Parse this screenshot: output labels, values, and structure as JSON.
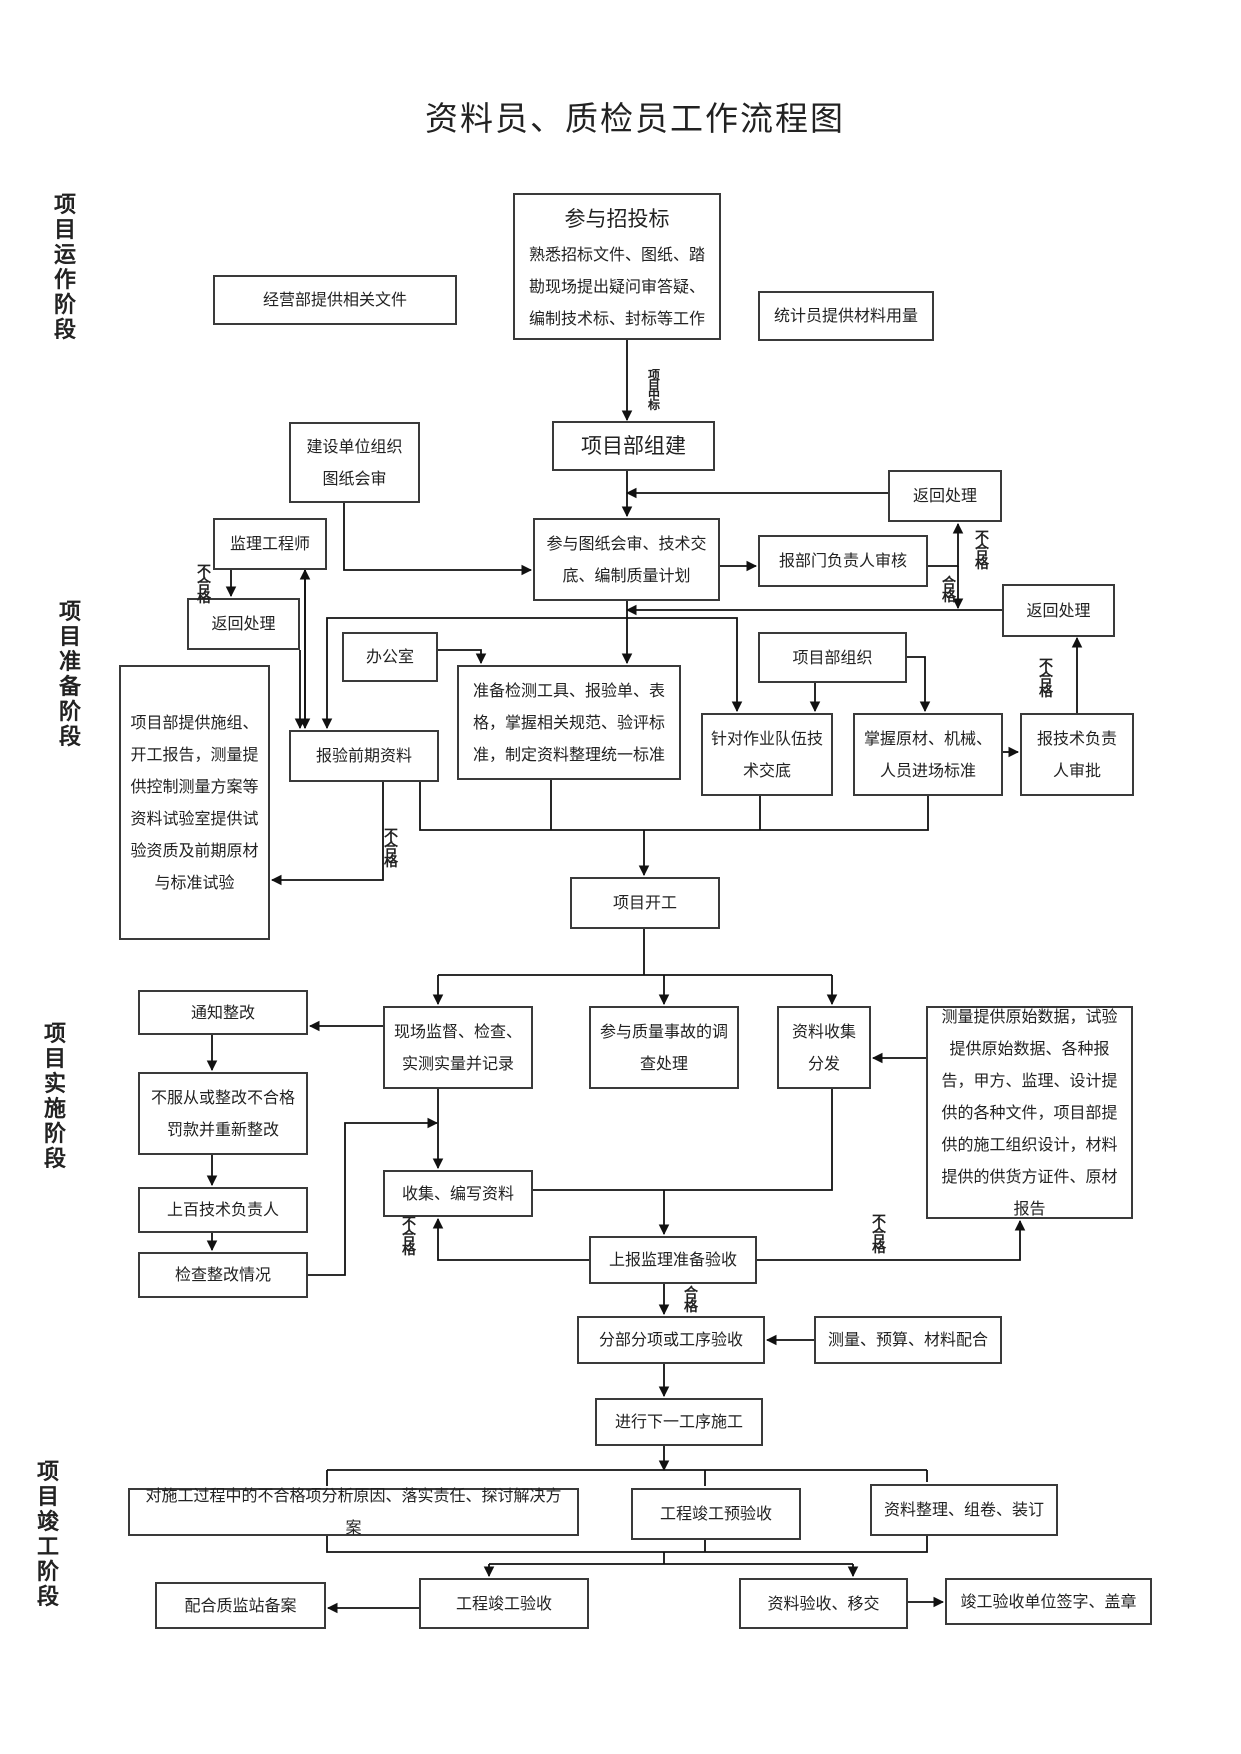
{
  "title": "资料员、质检员工作流程图",
  "stages": {
    "s1": "项目运作阶段",
    "s2": "项目准备阶段",
    "s3": "项目实施阶段",
    "s4": "项目竣工阶段"
  },
  "boxes": {
    "b_bid_head": "参与招投标",
    "b_bid_body": "熟悉招标文件、图纸、踏勘现场提出疑问审答疑、编制技术标、封标等工作",
    "b_jingying": "经营部提供相关文件",
    "b_tongji": "统计员提供材料用量",
    "b_zujian": "项目部组建",
    "b_jianshe": "建设单位组织图纸会审",
    "b_fanhui1": "返回处理",
    "b_jianli": "监理工程师",
    "b_canyu": "参与图纸会审、技术交底、编制质量计划",
    "b_baobumen": "报部门负责人审核",
    "b_fanhui2": "返回处理",
    "b_fanhui3": "返回处理",
    "b_bangong": "办公室",
    "b_zhunbei": "准备检测工具、报验单、表格，掌握相关规范、验评标准，制定资料整理统一标准",
    "b_xiangmuzuzhi": "项目部组织",
    "b_tigong": "项目部提供施组、开工报告，测量提供控制测量方案等资料试验室提供试验资质及前期原材与标准试验",
    "b_baoyan": "报验前期资料",
    "b_zhendui": "针对作业队伍技术交底",
    "b_zhangwo": "掌握原材、机械、人员进场标准",
    "b_baojishu": "报技术负责人审批",
    "b_kaigong": "项目开工",
    "b_tongzhi": "通知整改",
    "b_xianchang": "现场监督、检查、实测实量并记录",
    "b_zhiliang": "参与质量事故的调查处理",
    "b_ziliaoshou": "资料收集分发",
    "b_celiang": "测量提供原始数据，试验提供原始数据、各种报告，甲方、监理、设计提供的各种文件，项目部提供的施工组织设计，材料提供的供货方证件、原材报告",
    "b_bufu": "不服从或整改不合格罚款并重新整改",
    "b_shoubian": "收集、编写资料",
    "b_shangbai": "上百技术负责人",
    "b_shangbao": "上报监理准备验收",
    "b_jiancha": "检查整改情况",
    "b_fenbu": "分部分项或工序验收",
    "b_peihe": "测量、预算、材料配合",
    "b_xiayi": "进行下一工序施工",
    "b_duishi": "对施工过程中的不合格项分析原因、落实责任、探讨解决方案",
    "b_yuyanshou": "工程竣工预验收",
    "b_zhengli": "资料整理、组卷、装订",
    "b_zhijian": "配合质监站备案",
    "b_jungong": "工程竣工验收",
    "b_yijiao": "资料验收、移交",
    "b_qianzi": "竣工验收单位签字、盖章"
  },
  "labels": {
    "l_zhongbiao": "项目中标",
    "l_buhege1": "不合格",
    "l_hege1": "合格",
    "l_buhege2": "不合格",
    "l_buhege3": "不合格",
    "l_buhege4": "不合格",
    "l_buhege5": "不合格",
    "l_buhege6": "不合格",
    "l_hege2": "合格"
  }
}
